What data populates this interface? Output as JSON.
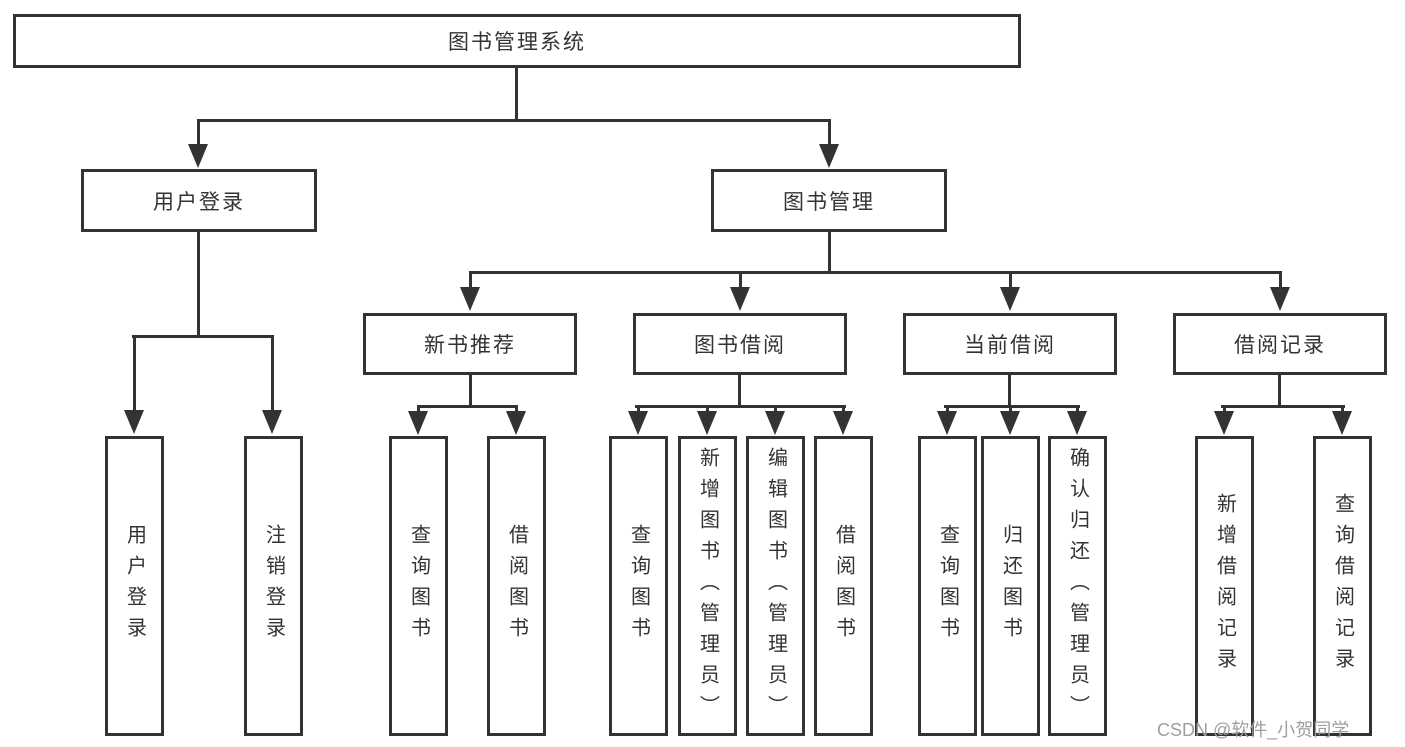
{
  "diagram": {
    "root_label": "图书管理系统",
    "branches": [
      {
        "label": "用户登录",
        "children": [
          "用户登录",
          "注销登录"
        ]
      },
      {
        "label": "图书管理",
        "sections": [
          {
            "label": "新书推荐",
            "children": [
              "查询图书",
              "借阅图书"
            ]
          },
          {
            "label": "图书借阅",
            "children": [
              "查询图书",
              "新增图书（管理员）",
              "编辑图书（管理员）",
              "借阅图书"
            ]
          },
          {
            "label": "当前借阅",
            "children": [
              "查询图书",
              "归还图书",
              "确认归还（管理员）"
            ]
          },
          {
            "label": "借阅记录",
            "children": [
              "新增借阅记录",
              "查询借阅记录"
            ]
          }
        ]
      }
    ]
  },
  "watermark": {
    "text": "CSDN @软件_小贺同学"
  },
  "colors": {
    "line": "#333333",
    "text": "#333333",
    "watermark": "#9e9e9e",
    "background": "#ffffff"
  }
}
